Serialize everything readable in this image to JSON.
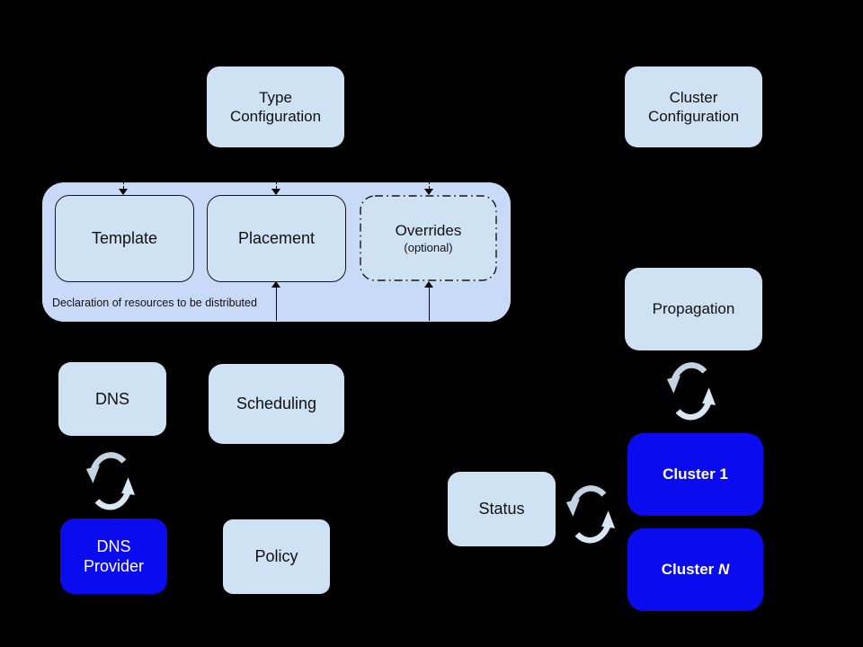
{
  "colors": {
    "background": "#000000",
    "box_light": "#cfe2f3",
    "container_fill": "#c9daf8",
    "box_blue": "#0b0bef",
    "text_dark": "#111111",
    "text_light": "#ffffff",
    "line": "#000000",
    "sync_top": "#c3d3e2",
    "sync_bottom": "#d9e7f5"
  },
  "nodes": {
    "type_configuration": {
      "label": "Type\nConfiguration"
    },
    "cluster_configuration": {
      "label": "Cluster\nConfiguration"
    },
    "template": {
      "label": "Template"
    },
    "placement": {
      "label": "Placement"
    },
    "overrides": {
      "label": "Overrides",
      "sublabel": "(optional)"
    },
    "dns": {
      "label": "DNS"
    },
    "scheduling": {
      "label": "Scheduling"
    },
    "dns_provider": {
      "label": "DNS\nProvider"
    },
    "policy": {
      "label": "Policy"
    },
    "propagation": {
      "label": "Propagation"
    },
    "status": {
      "label": "Status"
    },
    "cluster_1": {
      "label": "Cluster 1"
    },
    "cluster_n": {
      "prefix": "Cluster ",
      "suffix": "N"
    }
  },
  "container": {
    "caption": "Declaration of resources to be distributed"
  }
}
